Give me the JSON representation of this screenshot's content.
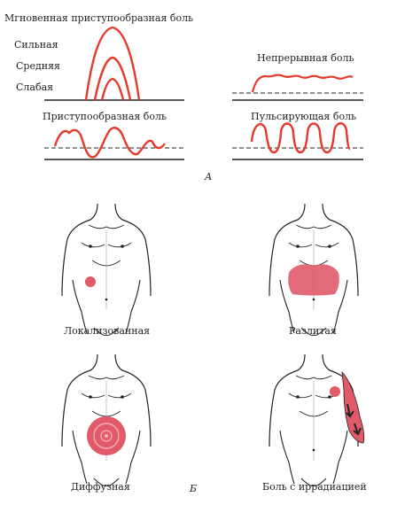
{
  "panel_a": {
    "title_instant": "Мгновенная приступообразная боль",
    "level_strong": "Сильная",
    "level_medium": "Средняя",
    "level_weak": "Слабая",
    "continuous": "Непрерывная боль",
    "paroxysmal": "Приступообразная боль",
    "pulsating": "Пульсирующая боль",
    "label": "А"
  },
  "panel_b": {
    "localized": "Локализованная",
    "spread": "Разлитая",
    "diffuse": "Диффузная",
    "irradiating": "Боль с иррадиацией",
    "label": "Б"
  },
  "colors": {
    "pain_line": "#e53a2b",
    "pain_area": "#e05a6a",
    "outline": "#222222"
  }
}
